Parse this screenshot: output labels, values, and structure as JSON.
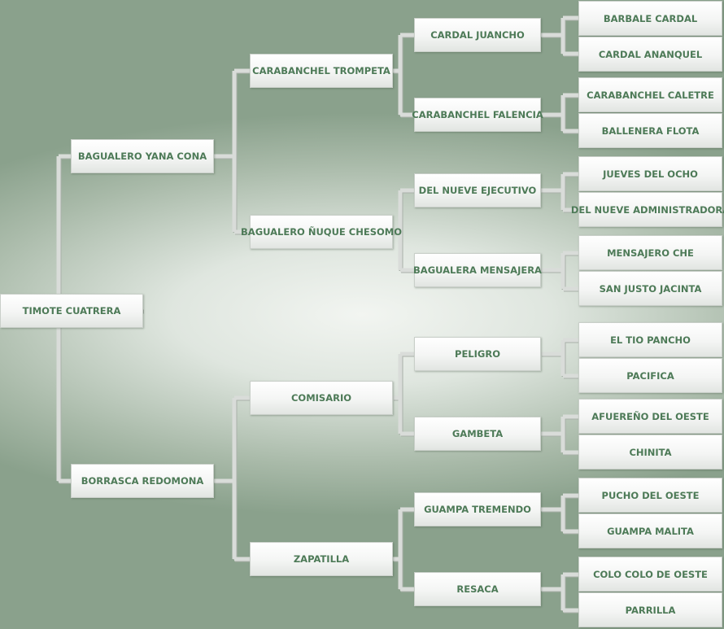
{
  "pedigree": {
    "name": "TIMOTE CUATRERA",
    "sire": {
      "name": "BAGUALERO YANA CONA",
      "sire": {
        "name": "CARABANCHEL TROMPETA",
        "sire": {
          "name": "CARDAL JUANCHO",
          "sire": {
            "name": "BARBALE CARDAL"
          },
          "dam": {
            "name": "CARDAL ANANQUEL"
          }
        },
        "dam": {
          "name": "CARABANCHEL FALENCIA",
          "sire": {
            "name": "CARABANCHEL CALETRE"
          },
          "dam": {
            "name": "BALLENERA FLOTA"
          }
        }
      },
      "dam": {
        "name": "BAGUALERO ÑUQUE CHESOMO",
        "sire": {
          "name": "DEL NUEVE EJECUTIVO",
          "sire": {
            "name": "JUEVES DEL OCHO"
          },
          "dam": {
            "name": "DEL NUEVE ADMINISTRADORA"
          }
        },
        "dam": {
          "name": "BAGUALERA MENSAJERA",
          "sire": {
            "name": "MENSAJERO CHE"
          },
          "dam": {
            "name": "SAN JUSTO JACINTA"
          }
        }
      }
    },
    "dam": {
      "name": "BORRASCA REDOMONA",
      "sire": {
        "name": "COMISARIO",
        "sire": {
          "name": "PELIGRO",
          "sire": {
            "name": "EL TIO PANCHO"
          },
          "dam": {
            "name": "PACIFICA"
          }
        },
        "dam": {
          "name": "GAMBETA",
          "sire": {
            "name": "AFUEREÑO DEL OESTE"
          },
          "dam": {
            "name": "CHINITA"
          }
        }
      },
      "dam": {
        "name": "ZAPATILLA",
        "sire": {
          "name": "GUAMPA TREMENDO",
          "sire": {
            "name": "PUCHO DEL OESTE"
          },
          "dam": {
            "name": "GUAMPA MALITA"
          }
        },
        "dam": {
          "name": "RESACA",
          "sire": {
            "name": "COLO COLO DE OESTE"
          },
          "dam": {
            "name": "PARRILLA"
          }
        }
      }
    }
  }
}
